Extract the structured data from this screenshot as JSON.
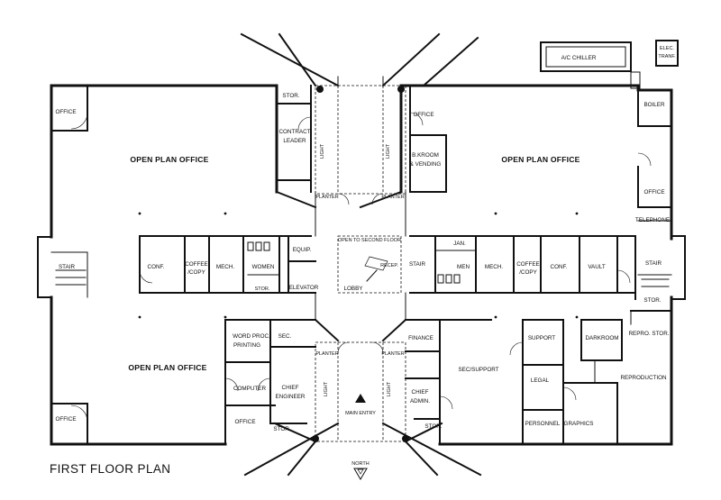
{
  "title": "FIRST FLOOR PLAN",
  "north": "NORTH",
  "rooms": {
    "office_nw": "OFFICE",
    "office_ne": "OFFICE",
    "office_sw": "OFFICE",
    "office_se": "OFFICE",
    "office_e": "OFFICE",
    "open_nw": "OPEN PLAN OFFICE",
    "open_ne": "OPEN PLAN OFFICE",
    "open_sw": "OPEN PLAN OFFICE",
    "stor_n": "STOR.",
    "contract_l1": "CONTRACT",
    "contract_l2": "LEADER",
    "bkroom_l1": "B.KROOM",
    "bkroom_l2": "& VENDING",
    "ac_chiller": "A/C CHILLER",
    "elec_l1": "ELEC.",
    "elec_l2": "TRANF.",
    "boiler": "BOILER",
    "telephone": "TELEPHONE",
    "stair_w": "STAIR",
    "stair_c": "STAIR",
    "stair_e": "STAIR",
    "conf_w": "CONF.",
    "conf_e": "CONF.",
    "coffee_w_l1": "COFFEE",
    "coffee_w_l2": "/COPY",
    "coffee_e_l1": "COFFEE",
    "coffee_e_l2": "/COPY",
    "mech_w": "MECH.",
    "mech_e": "MECH.",
    "women": "WOMEN",
    "men": "MEN",
    "stor_w": "STOR.",
    "stor_e": "STOR.",
    "stor_sw": "STOR.",
    "stor_se": "STOR.",
    "equip": "EQUIP.",
    "elevator": "ELEVATOR",
    "jan": "JAN.",
    "vault": "VAULT",
    "open_to_second": "OPEN TO SECOND FLOOR",
    "recep": "RECEP.",
    "lobby": "LOBBY",
    "planter_nw": "PLANTER",
    "planter_ne": "PLANTER",
    "planter_sw": "PLANTER",
    "planter_se": "PLANTER",
    "light_nw": "LIGHT",
    "light_ne": "LIGHT",
    "light_sw": "LIGHT",
    "light_se": "LIGHT",
    "main_entry": "MAIN ENTRY",
    "word_l1": "WORD PROC.",
    "word_l2": "PRINTING",
    "sec": "SEC.",
    "computer": "COMPUTER",
    "chief_eng_l1": "CHIEF",
    "chief_eng_l2": "ENGINEER",
    "finance": "FINANCE",
    "sec_support": "SEC/SUPPORT",
    "support": "SUPPORT",
    "legal": "LEGAL",
    "personnel": "PERSONNEL",
    "chief_admin_l1": "CHIEF",
    "chief_admin_l2": "ADMIN.",
    "darkroom": "DARKROOM",
    "repro_stor": "REPRO. STOR.",
    "reproduction": "REPRODUCTION",
    "graphics": "GRAPHICS"
  }
}
